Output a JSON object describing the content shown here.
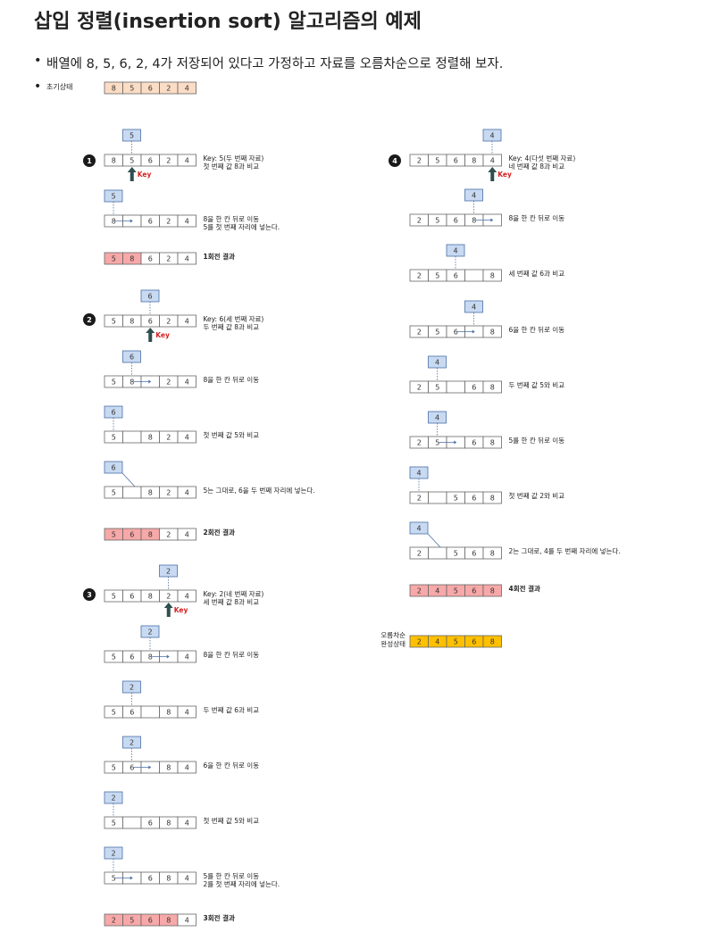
{
  "title": "삽입 정렬(insertion sort) 알고리즘의 예제",
  "intro": "배열에 8, 5, 6, 2, 4가 저장되어 있다고 가정하고 자료를 오름차순으로 정렬해 보자.",
  "initial": {
    "label": "초기상태",
    "values": [
      "8",
      "5",
      "6",
      "2",
      "4"
    ]
  },
  "colors": {
    "initial": "#fbdcc4",
    "sorted": "#f7a8a8",
    "key": "#c8daf2",
    "final": "#ffc000",
    "key_label": "#d42020"
  },
  "key_label": "Key",
  "complete_label": [
    "오름차순",
    "완성상태"
  ],
  "complete_values": [
    "2",
    "4",
    "5",
    "6",
    "8"
  ],
  "passes": [
    {
      "number": "1",
      "key": "5",
      "steps": [
        {
          "cells": [
            "8",
            "5",
            "6",
            "2",
            "4"
          ],
          "desc": [
            "Key: 5(두 번째 자료)",
            "첫 번째 값 8과 비교"
          ],
          "keyabove": 1,
          "keyarrow": true
        },
        {
          "cells": [
            "8",
            "",
            "6",
            "2",
            "4"
          ],
          "desc": [
            "8을 한 칸 뒤로 이동",
            "5를 첫 번째 자리에 넣는다."
          ],
          "keyabove": 0,
          "shift": 0
        },
        {
          "cells": [
            "5",
            "8",
            "6",
            "2",
            "4"
          ],
          "desc": [
            "1회전 결과"
          ],
          "result": 2
        }
      ]
    },
    {
      "number": "2",
      "key": "6",
      "steps": [
        {
          "cells": [
            "5",
            "8",
            "6",
            "2",
            "4"
          ],
          "desc": [
            "Key: 6(세 번째 자료)",
            "두 번째 값 8과 비교"
          ],
          "keyabove": 2,
          "keyarrow": true
        },
        {
          "cells": [
            "5",
            "8",
            "",
            "2",
            "4"
          ],
          "desc": [
            "8을 한 칸 뒤로 이동"
          ],
          "keyabove": 1,
          "shift": 1
        },
        {
          "cells": [
            "5",
            "",
            "8",
            "2",
            "4"
          ],
          "desc": [
            "첫 번째 값 5와 비교"
          ],
          "keyabove": 0
        },
        {
          "cells": [
            "5",
            "",
            "8",
            "2",
            "4"
          ],
          "desc": [
            "5는 그대로, 6을 두 번째 자리에 넣는다."
          ],
          "keyabove": 0,
          "diag": 1
        },
        {
          "cells": [
            "5",
            "6",
            "8",
            "2",
            "4"
          ],
          "desc": [
            "2회전 결과"
          ],
          "result": 3
        }
      ]
    },
    {
      "number": "3",
      "key": "2",
      "steps": [
        {
          "cells": [
            "5",
            "6",
            "8",
            "2",
            "4"
          ],
          "desc": [
            "Key: 2(네 번째 자료)",
            "세 번째 값 8과 비교"
          ],
          "keyabove": 3,
          "keyarrow": true
        },
        {
          "cells": [
            "5",
            "6",
            "8",
            "",
            "4"
          ],
          "desc": [
            "8을 한 칸 뒤로 이동"
          ],
          "keyabove": 2,
          "shift": 2
        },
        {
          "cells": [
            "5",
            "6",
            "",
            "8",
            "4"
          ],
          "desc": [
            "두 번째 값 6과 비교"
          ],
          "keyabove": 1
        },
        {
          "cells": [
            "5",
            "6",
            "",
            "8",
            "4"
          ],
          "desc": [
            "6을 한 칸 뒤로 이동"
          ],
          "keyabove": 1,
          "shift": 1
        },
        {
          "cells": [
            "5",
            "",
            "6",
            "8",
            "4"
          ],
          "desc": [
            "첫 번째 값 5와 비교"
          ],
          "keyabove": 0,
          "keyline": true
        },
        {
          "cells": [
            "5",
            "",
            "6",
            "8",
            "4"
          ],
          "desc": [
            "5를 한 칸 뒤로 이동",
            "2를 첫 번째 자리에 넣는다."
          ],
          "keyabove": 0,
          "shift": 0,
          "keyline": true
        },
        {
          "cells": [
            "2",
            "5",
            "6",
            "8",
            "4"
          ],
          "desc": [
            "3회전 결과"
          ],
          "result": 4
        }
      ]
    },
    {
      "number": "4",
      "key": "4",
      "steps": [
        {
          "cells": [
            "2",
            "5",
            "6",
            "8",
            "4"
          ],
          "desc": [
            "Key: 4(다섯 번째 자료)",
            "네 번째 값 8과 비교"
          ],
          "keyabove": 4,
          "keyarrow": true
        },
        {
          "cells": [
            "2",
            "5",
            "6",
            "8",
            ""
          ],
          "desc": [
            "8을 한 칸 뒤로 이동"
          ],
          "keyabove": 3,
          "shift": 3
        },
        {
          "cells": [
            "2",
            "5",
            "6",
            "",
            "8"
          ],
          "desc": [
            "세 번째 값 6과 비교"
          ],
          "keyabove": 2,
          "keyline": true
        },
        {
          "cells": [
            "2",
            "5",
            "6",
            "",
            "8"
          ],
          "desc": [
            "6을 한 칸 뒤로 이동"
          ],
          "keyabove": 3,
          "shift": 2
        },
        {
          "cells": [
            "2",
            "5",
            "",
            "6",
            "8"
          ],
          "desc": [
            "두 번째 값 5와 비교"
          ],
          "keyabove": 1,
          "keyline": true
        },
        {
          "cells": [
            "2",
            "5",
            "",
            "6",
            "8"
          ],
          "desc": [
            "5를 한 칸 뒤로 이동"
          ],
          "keyabove": 1,
          "shift": 1
        },
        {
          "cells": [
            "2",
            "",
            "5",
            "6",
            "8"
          ],
          "desc": [
            "첫 번째 값 2와 비교"
          ],
          "keyabove": 0,
          "keyline": true
        },
        {
          "cells": [
            "2",
            "",
            "5",
            "6",
            "8"
          ],
          "desc": [
            "2는 그대로, 4를 두 번째 자리에 넣는다."
          ],
          "keyabove": 0,
          "diag": 1
        },
        {
          "cells": [
            "2",
            "4",
            "5",
            "6",
            "8"
          ],
          "desc": [
            "4회전 결과"
          ],
          "result": 5
        }
      ]
    }
  ]
}
